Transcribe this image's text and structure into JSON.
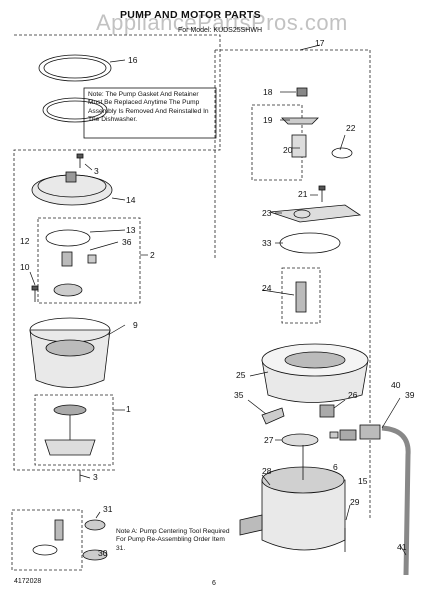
{
  "header": {
    "title": "PUMP AND MOTOR PARTS",
    "subtitle": "For Model: KUDS25SHWH",
    "watermark": "AppliancePartsPros.com"
  },
  "notes": {
    "gasket_note": "Note: The Pump Gasket And Retainer Must Be Replaced Anytime The Pump Assembly Is Removed And Reinstalled In The Dishwasher.",
    "note_a": "Note A: Pump Centering Tool Required For Pump Re-Assembling Order Item 31."
  },
  "callouts": [
    "16",
    "17",
    "18",
    "19",
    "20",
    "22",
    "3",
    "21",
    "14",
    "23",
    "13",
    "12",
    "36",
    "2",
    "33",
    "10",
    "24",
    "9",
    "25",
    "40",
    "39",
    "35",
    "26",
    "1",
    "27",
    "6",
    "15",
    "3",
    "28",
    "29",
    "31",
    "41",
    "30"
  ],
  "footer": {
    "doc_number": "4172028",
    "page_number": "6"
  },
  "colors": {
    "line": "#111111",
    "dash": "#222222",
    "fill": "#e9e9e9",
    "dark": "#555555"
  }
}
